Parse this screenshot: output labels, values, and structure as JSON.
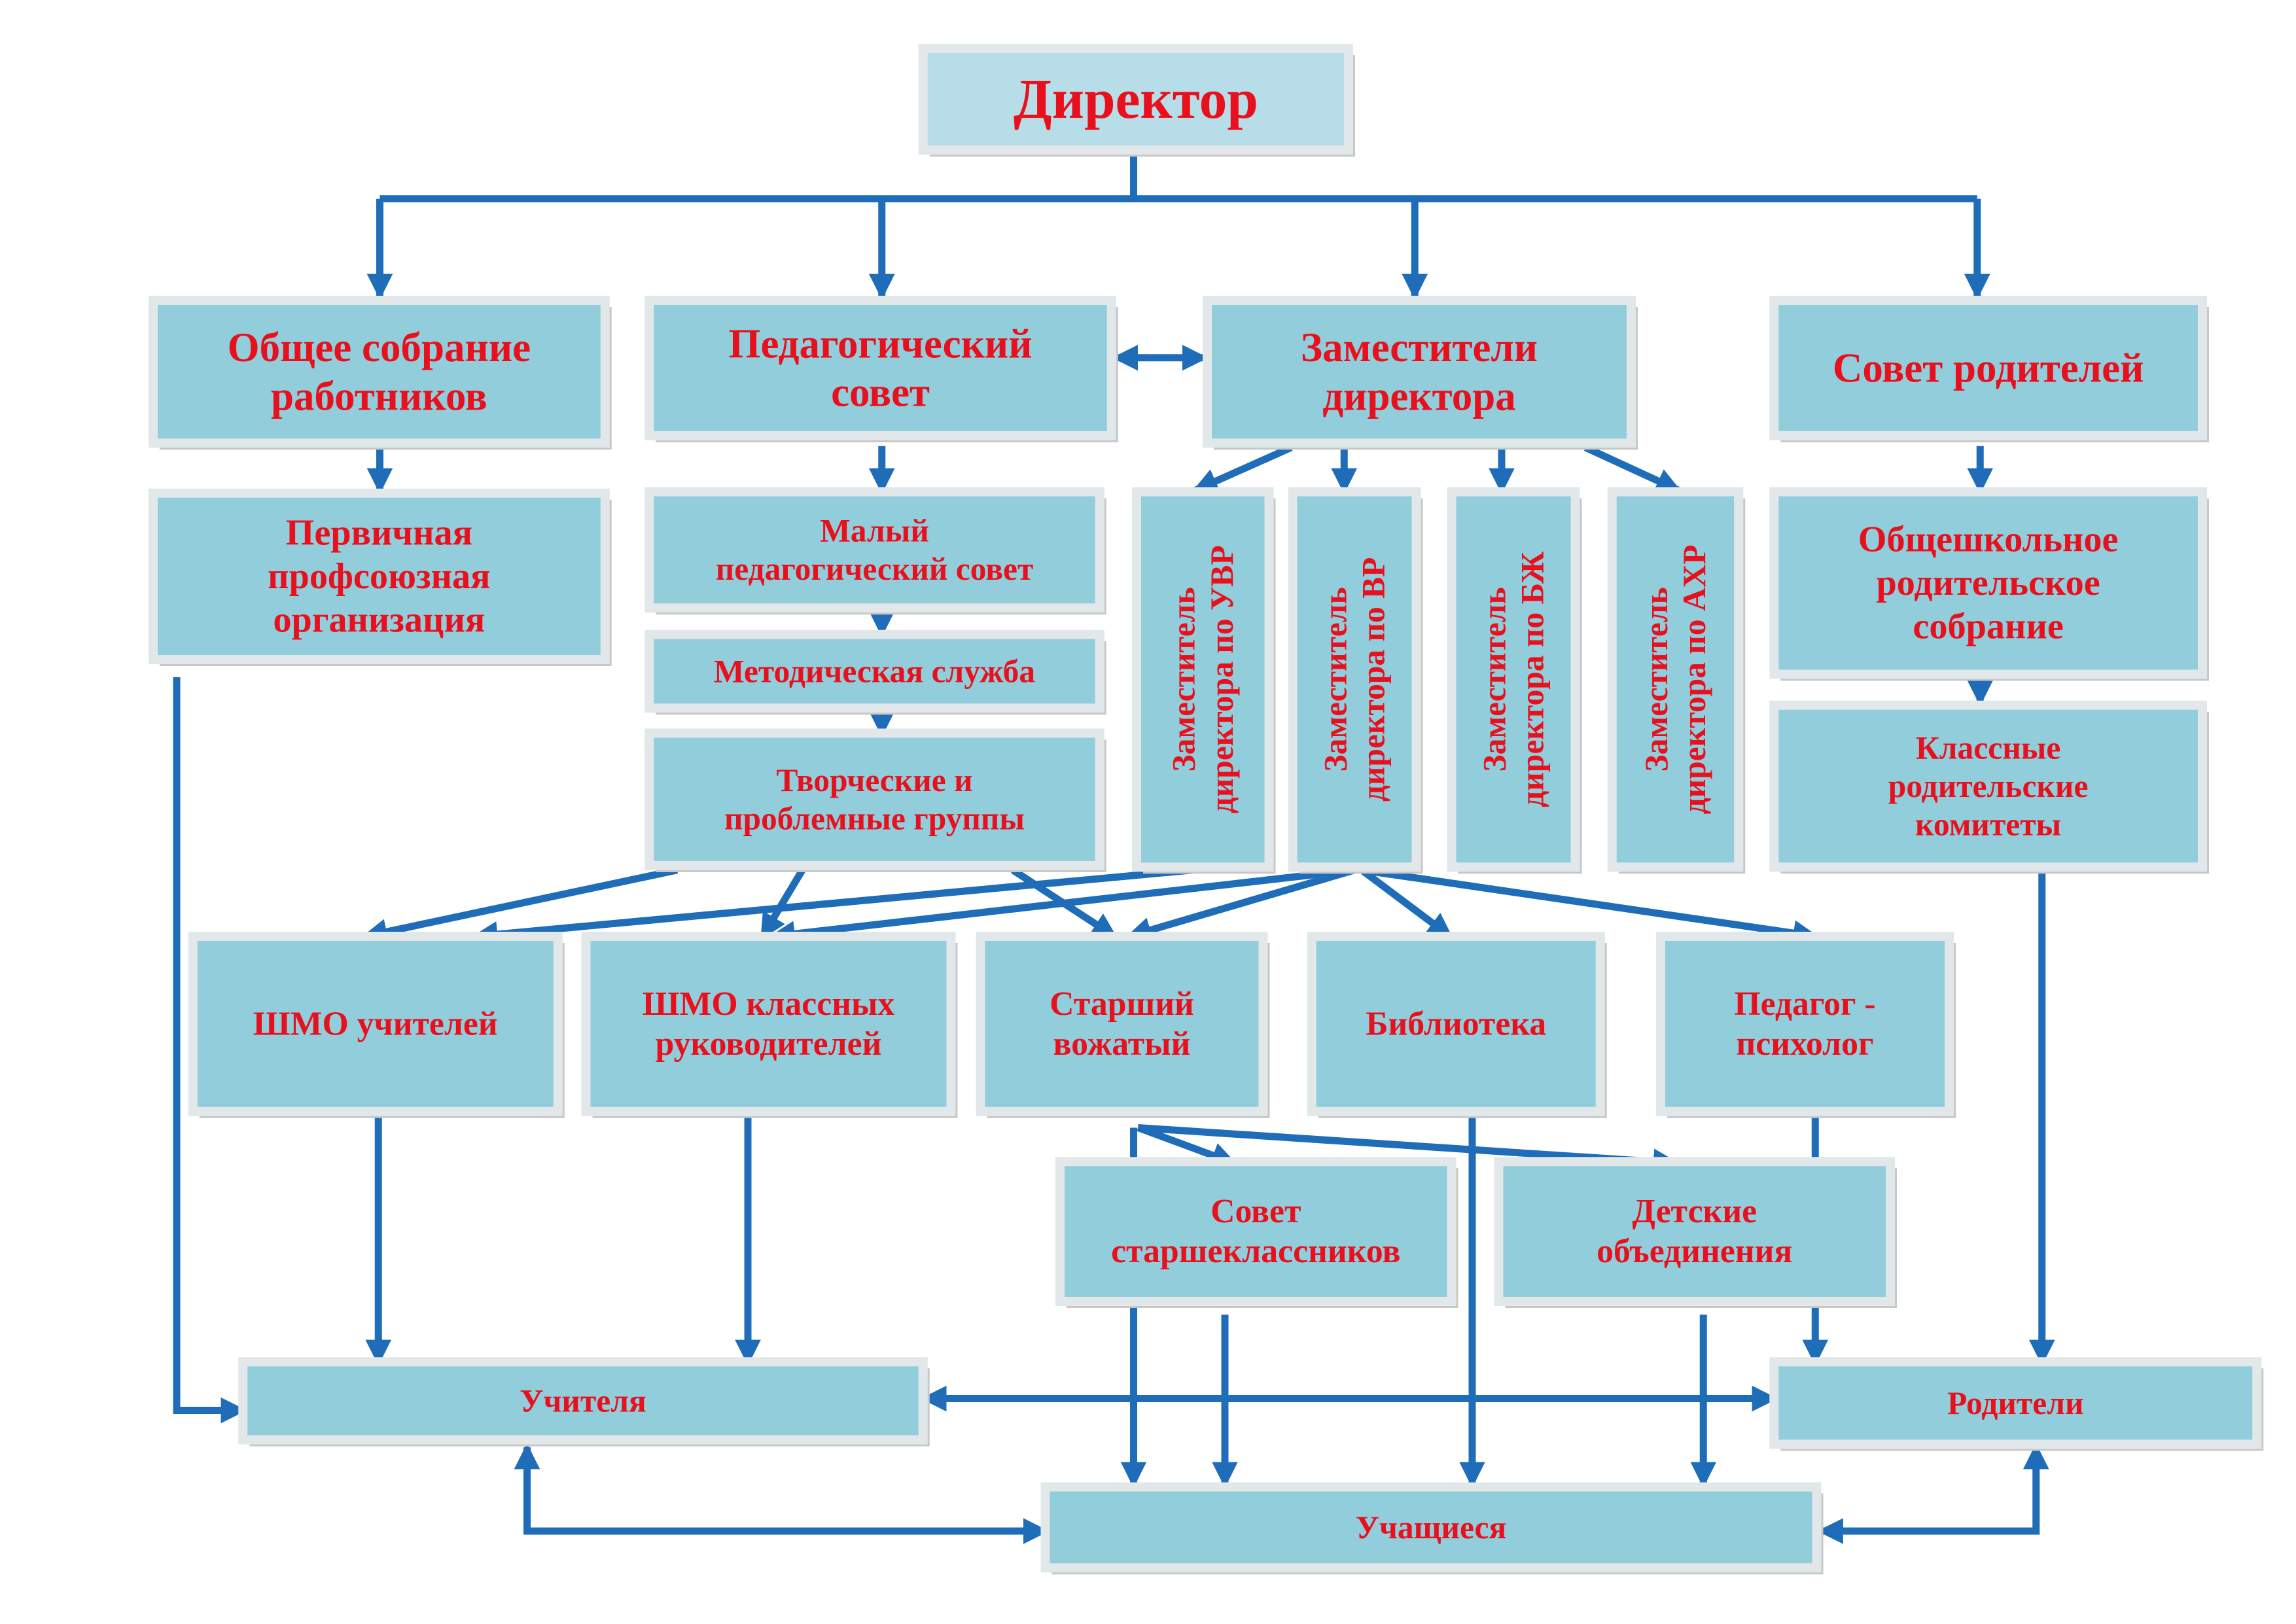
{
  "colors": {
    "box_fill": "#92CDDC",
    "director_fill": "#B7DDE8",
    "box_border": "#E2E7EA",
    "arrow": "#1F6DB8",
    "text_red": "#E8101C"
  },
  "nodes": {
    "director": "Директор",
    "general_meeting": [
      "Общее собрание",
      "работников"
    ],
    "ped_council": [
      "Педагогический",
      "совет"
    ],
    "deputies": [
      "Заместители",
      "директора"
    ],
    "parent_council": "Совет родителей",
    "union": [
      "Первичная",
      "профсоюзная",
      "организация"
    ],
    "small_council": [
      "Малый",
      "педагогический совет"
    ],
    "method_service": "Методическая служба",
    "creative_groups": [
      "Творческие и",
      "проблемные группы"
    ],
    "deputy_uvr": [
      "Заместитель",
      "директора по УВР"
    ],
    "deputy_vr": [
      "Заместитель",
      "директора по ВР"
    ],
    "deputy_bzh": [
      "Заместитель",
      "директора по БЖ"
    ],
    "deputy_ahr": [
      "Заместитель",
      "директора по АХР"
    ],
    "school_parent_meeting": [
      "Общешкольное",
      "родительское",
      "собрание"
    ],
    "class_committees": [
      "Классные",
      "родительские",
      "комитеты"
    ],
    "shmo_teachers": "ШМО учителей",
    "shmo_class": [
      "ШМО классных",
      "руководителей"
    ],
    "senior_leader": [
      "Старший",
      "вожатый"
    ],
    "library": "Библиотека",
    "psychologist": [
      "Педагог -",
      "психолог"
    ],
    "senior_council": [
      "Совет",
      "старшеклассников"
    ],
    "children_assoc": [
      "Детские",
      "объединения"
    ],
    "teachers": "Учителя",
    "parents": "Родители",
    "students": "Учащиеся"
  }
}
